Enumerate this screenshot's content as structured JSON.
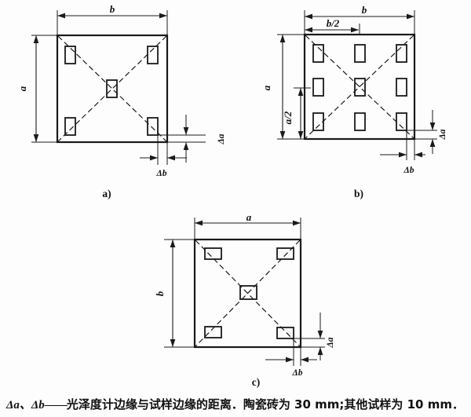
{
  "figure": {
    "diagram_a": {
      "label": "a)",
      "width_dim": "b",
      "height_dim": "a",
      "delta_a": "Δa",
      "delta_b": "Δb",
      "measure_points": 5
    },
    "diagram_b": {
      "label": "b)",
      "width_dim": "b",
      "half_width_dim": "b/2",
      "height_dim": "a",
      "half_height_dim": "a/2",
      "delta_a": "Δa",
      "delta_b": "Δb",
      "measure_points": 9
    },
    "diagram_c": {
      "label": "c)",
      "width_dim": "a",
      "height_dim": "b",
      "delta_a": "Δa",
      "delta_b": "Δb",
      "measure_points": 5
    },
    "caption": {
      "term": "Δa、Δb",
      "dash": "——",
      "definition": "光泽度计边缘与试样边缘的距离．陶瓷砖为 30 mm;其他试样为 10 mm．"
    }
  }
}
